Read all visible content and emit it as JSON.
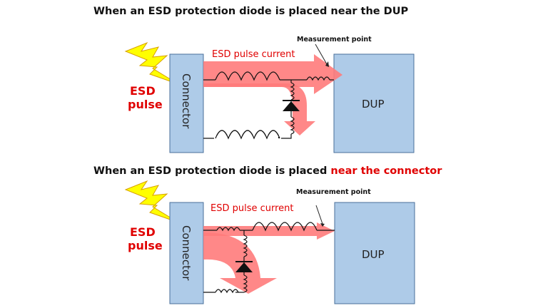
{
  "diagrams": [
    {
      "title": "When an ESD protection diode is placed near the DUP",
      "title_highlight": "",
      "measurement_label": "Measurement point",
      "current_label": "ESD pulse current",
      "connector_label": "Connector",
      "dup_label": "DUP",
      "esd_label_line1": "ESD",
      "esd_label_line2": "pulse"
    },
    {
      "title": "When an ESD protection diode is placed ",
      "title_highlight": "near the connector",
      "measurement_label": "Measurement point",
      "current_label": "ESD pulse current",
      "connector_label": "Connector",
      "dup_label": "DUP",
      "esd_label_line1": "ESD",
      "esd_label_line2": "pulse"
    }
  ],
  "colors": {
    "block_fill": "#aecbe8",
    "block_stroke": "#4a6f9a",
    "arrow": "#ff7b7b",
    "accent_red": "#e00000",
    "bolt_fill": "#ffff00",
    "bolt_stroke": "#d8a000"
  }
}
